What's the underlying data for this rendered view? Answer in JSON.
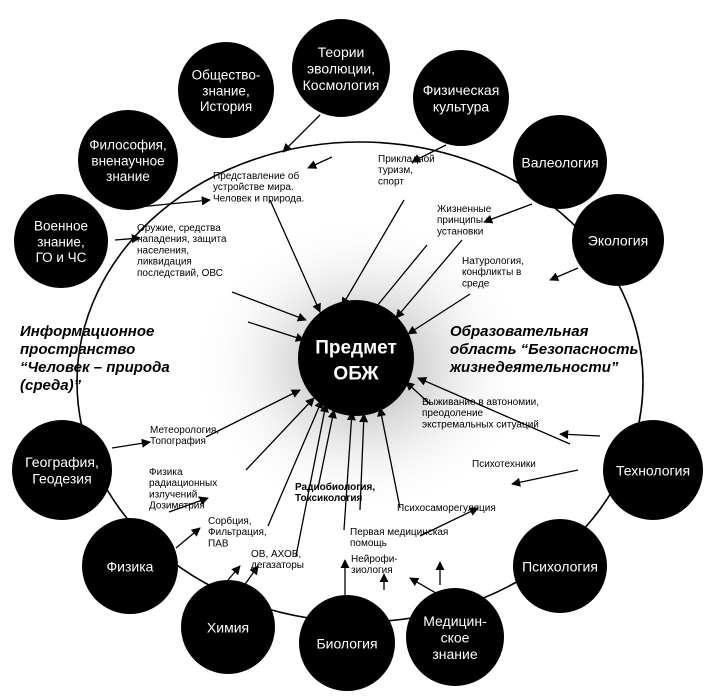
{
  "center": {
    "lines": [
      "Предмет",
      "ОБЖ"
    ]
  },
  "left_area": {
    "lines": [
      "Информационное",
      "пространство",
      "“Человек – природа",
      "(среда)”"
    ]
  },
  "right_area": {
    "lines": [
      "Образовательная",
      "область “Безопасность",
      "жизнедеятельности”"
    ]
  },
  "disciplines": [
    {
      "id": "theories",
      "lines": [
        "Теории",
        "эволюции,",
        "Космология"
      ]
    },
    {
      "id": "physculture",
      "lines": [
        "Физическая",
        "культура"
      ]
    },
    {
      "id": "valeology",
      "lines": [
        "Валеология"
      ]
    },
    {
      "id": "ecology",
      "lines": [
        "Экология"
      ]
    },
    {
      "id": "technology",
      "lines": [
        "Технология"
      ]
    },
    {
      "id": "psychology",
      "lines": [
        "Психология"
      ]
    },
    {
      "id": "medicine",
      "lines": [
        "Медицин-",
        "ское",
        "знание"
      ]
    },
    {
      "id": "biology",
      "lines": [
        "Биология"
      ]
    },
    {
      "id": "chemistry",
      "lines": [
        "Химия"
      ]
    },
    {
      "id": "physics",
      "lines": [
        "Физика"
      ]
    },
    {
      "id": "geography",
      "lines": [
        "География,",
        "Геодезия"
      ]
    },
    {
      "id": "military",
      "lines": [
        "Военное",
        "знание,",
        "ГО и ЧС"
      ]
    },
    {
      "id": "philosophy",
      "lines": [
        "Философия,",
        "вненаучное",
        "знание"
      ]
    },
    {
      "id": "society",
      "lines": [
        "Общество-",
        "знание,",
        "История"
      ]
    }
  ],
  "topics": [
    {
      "id": "world",
      "lines": [
        "Представление об",
        "устройстве мира.",
        "Человек и природа."
      ]
    },
    {
      "id": "tourism",
      "lines": [
        "Прикладной",
        "туризм,",
        "спорт"
      ]
    },
    {
      "id": "principles",
      "lines": [
        "Жизненные",
        "принципы и",
        "установки"
      ]
    },
    {
      "id": "naturology",
      "lines": [
        "Натурология,",
        "конфликты в",
        "среде"
      ]
    },
    {
      "id": "weapons",
      "lines": [
        "Оружие, средства",
        "нападения, защита",
        "населения,",
        "ликвидация",
        "последствий, ОВС"
      ]
    },
    {
      "id": "meteo",
      "lines": [
        "Метеорология,",
        "Топография"
      ]
    },
    {
      "id": "radiation",
      "lines": [
        "Физика",
        "радиационных",
        "излучений,",
        "Дозиметрия"
      ]
    },
    {
      "id": "sorption",
      "lines": [
        "Сорбция,",
        "Фильтрация,",
        "ПАВ"
      ]
    },
    {
      "id": "ov",
      "lines": [
        "ОВ, АХОВ,",
        "дегазаторы"
      ]
    },
    {
      "id": "radiobio",
      "lines": [
        "Радиобиология,",
        "Токсикология"
      ]
    },
    {
      "id": "firstaid",
      "lines": [
        "Первая медицинская",
        "помощь"
      ]
    },
    {
      "id": "neuro",
      "lines": [
        "Нейрофи-",
        "зиология"
      ]
    },
    {
      "id": "selfreg",
      "lines": [
        "Психосаморегуляция"
      ]
    },
    {
      "id": "survival",
      "lines": [
        "Выживание в автономии,",
        "преодоление",
        "экстремальных ситуаций"
      ]
    },
    {
      "id": "psychotech",
      "lines": [
        "Психотехники"
      ]
    }
  ]
}
